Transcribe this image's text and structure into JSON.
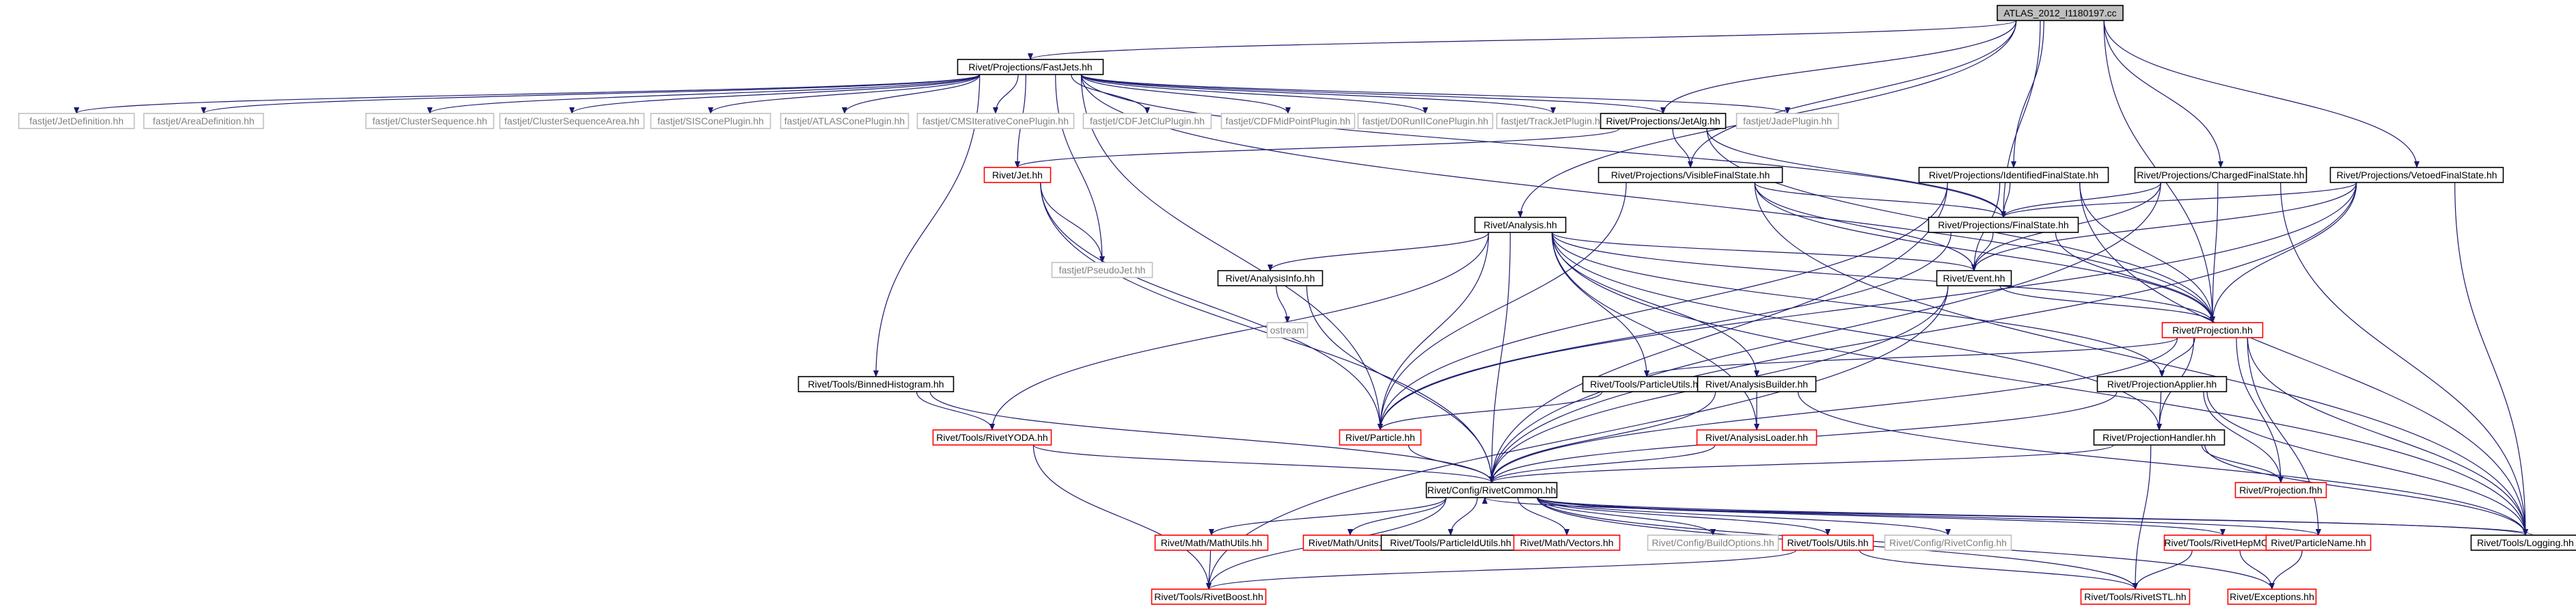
{
  "graph_title": "ATLAS_2012_I1180197.cc",
  "colors": {
    "edge": "#191970",
    "root_fill": "#bfbfbf",
    "root_border": "#000000",
    "documented_border": "#000000",
    "undocumented_border": "#ff0000",
    "external_border": "#bfbfbf",
    "external_text": "#808080",
    "text": "#000000"
  },
  "nodes": [
    {
      "id": "root",
      "label": "ATLAS_2012_I1180197.cc",
      "kind": "root"
    },
    {
      "id": "fastjets",
      "label": "Rivet/Projections/FastJets.hh",
      "kind": "documented"
    },
    {
      "id": "fj_jetdef",
      "label": "fastjet/JetDefinition.hh",
      "kind": "external"
    },
    {
      "id": "fj_areadef",
      "label": "fastjet/AreaDefinition.hh",
      "kind": "external"
    },
    {
      "id": "fj_cs",
      "label": "fastjet/ClusterSequence.hh",
      "kind": "external"
    },
    {
      "id": "fj_csa",
      "label": "fastjet/ClusterSequenceArea.hh",
      "kind": "external"
    },
    {
      "id": "fj_sis",
      "label": "fastjet/SISConePlugin.hh",
      "kind": "external"
    },
    {
      "id": "fj_atlas",
      "label": "fastjet/ATLASConePlugin.hh",
      "kind": "external"
    },
    {
      "id": "fj_cms",
      "label": "fastjet/CMSIterativeConePlugin.hh",
      "kind": "external"
    },
    {
      "id": "fj_cdfclu",
      "label": "fastjet/CDFJetCluPlugin.hh",
      "kind": "external"
    },
    {
      "id": "fj_cdfmid",
      "label": "fastjet/CDFMidPointPlugin.hh",
      "kind": "external"
    },
    {
      "id": "fj_d0",
      "label": "fastjet/D0RunIIConePlugin.hh",
      "kind": "external"
    },
    {
      "id": "fj_track",
      "label": "fastjet/TrackJetPlugin.hh",
      "kind": "external"
    },
    {
      "id": "jetalg",
      "label": "Rivet/Projections/JetAlg.hh",
      "kind": "documented"
    },
    {
      "id": "fj_jade",
      "label": "fastjet/JadePlugin.hh",
      "kind": "external"
    },
    {
      "id": "jet",
      "label": "Rivet/Jet.hh",
      "kind": "undocumented"
    },
    {
      "id": "fj_pseudo",
      "label": "fastjet/PseudoJet.hh",
      "kind": "external"
    },
    {
      "id": "visfs",
      "label": "Rivet/Projections/VisibleFinalState.hh",
      "kind": "documented"
    },
    {
      "id": "idfs",
      "label": "Rivet/Projections/IdentifiedFinalState.hh",
      "kind": "documented"
    },
    {
      "id": "chfs",
      "label": "Rivet/Projections/ChargedFinalState.hh",
      "kind": "documented"
    },
    {
      "id": "vetofs",
      "label": "Rivet/Projections/VetoedFinalState.hh",
      "kind": "documented"
    },
    {
      "id": "analysis",
      "label": "Rivet/Analysis.hh",
      "kind": "documented"
    },
    {
      "id": "finalstate",
      "label": "Rivet/Projections/FinalState.hh",
      "kind": "documented"
    },
    {
      "id": "analysisinfo",
      "label": "Rivet/AnalysisInfo.hh",
      "kind": "documented"
    },
    {
      "id": "event",
      "label": "Rivet/Event.hh",
      "kind": "documented"
    },
    {
      "id": "ostream",
      "label": "ostream",
      "kind": "external"
    },
    {
      "id": "projection",
      "label": "Rivet/Projection.hh",
      "kind": "undocumented"
    },
    {
      "id": "binnedhisto",
      "label": "Rivet/Tools/BinnedHistogram.hh",
      "kind": "documented"
    },
    {
      "id": "particleutils",
      "label": "Rivet/Tools/ParticleUtils.hh",
      "kind": "documented"
    },
    {
      "id": "analysisbuilder",
      "label": "Rivet/AnalysisBuilder.hh",
      "kind": "documented"
    },
    {
      "id": "projapplier",
      "label": "Rivet/ProjectionApplier.hh",
      "kind": "documented"
    },
    {
      "id": "rivetyoda",
      "label": "Rivet/Tools/RivetYODA.hh",
      "kind": "undocumented"
    },
    {
      "id": "particle",
      "label": "Rivet/Particle.hh",
      "kind": "undocumented"
    },
    {
      "id": "analysisloader",
      "label": "Rivet/AnalysisLoader.hh",
      "kind": "undocumented"
    },
    {
      "id": "projhandler",
      "label": "Rivet/ProjectionHandler.hh",
      "kind": "documented"
    },
    {
      "id": "projfhh",
      "label": "Rivet/Projection.fhh",
      "kind": "undocumented"
    },
    {
      "id": "rivetcommon",
      "label": "Rivet/Config/RivetCommon.hh",
      "kind": "documented"
    },
    {
      "id": "logging",
      "label": "Rivet/Tools/Logging.hh",
      "kind": "documented"
    },
    {
      "id": "mathutils",
      "label": "Rivet/Math/MathUtils.hh",
      "kind": "undocumented"
    },
    {
      "id": "mathunits",
      "label": "Rivet/Math/Units.hh",
      "kind": "undocumented"
    },
    {
      "id": "particleidutils",
      "label": "Rivet/Tools/ParticleIdUtils.hh",
      "kind": "documented"
    },
    {
      "id": "mathvectors",
      "label": "Rivet/Math/Vectors.hh",
      "kind": "undocumented"
    },
    {
      "id": "buildoptions",
      "label": "Rivet/Config/BuildOptions.hh",
      "kind": "external"
    },
    {
      "id": "toolsutils",
      "label": "Rivet/Tools/Utils.hh",
      "kind": "undocumented"
    },
    {
      "id": "rivetconfig",
      "label": "Rivet/Config/RivetConfig.hh",
      "kind": "external"
    },
    {
      "id": "rivethepmc",
      "label": "Rivet/Tools/RivetHepMC.hh",
      "kind": "undocumented"
    },
    {
      "id": "particlename",
      "label": "Rivet/ParticleName.hh",
      "kind": "undocumented"
    },
    {
      "id": "rivetboost",
      "label": "Rivet/Tools/RivetBoost.hh",
      "kind": "undocumented"
    },
    {
      "id": "rivetstl",
      "label": "Rivet/Tools/RivetSTL.hh",
      "kind": "undocumented"
    },
    {
      "id": "exceptions",
      "label": "Rivet/Exceptions.hh",
      "kind": "undocumented"
    }
  ],
  "edges": [
    [
      "root",
      "fastjets"
    ],
    [
      "root",
      "jetalg"
    ],
    [
      "root",
      "visfs"
    ],
    [
      "root",
      "idfs"
    ],
    [
      "root",
      "chfs"
    ],
    [
      "root",
      "vetofs"
    ],
    [
      "root",
      "analysis"
    ],
    [
      "root",
      "finalstate"
    ],
    [
      "root",
      "projection"
    ],
    [
      "fastjets",
      "fj_jetdef"
    ],
    [
      "fastjets",
      "fj_areadef"
    ],
    [
      "fastjets",
      "fj_cs"
    ],
    [
      "fastjets",
      "fj_csa"
    ],
    [
      "fastjets",
      "fj_sis"
    ],
    [
      "fastjets",
      "fj_atlas"
    ],
    [
      "fastjets",
      "fj_cms"
    ],
    [
      "fastjets",
      "fj_cdfclu"
    ],
    [
      "fastjets",
      "fj_cdfmid"
    ],
    [
      "fastjets",
      "fj_d0"
    ],
    [
      "fastjets",
      "fj_track"
    ],
    [
      "fastjets",
      "jetalg"
    ],
    [
      "fastjets",
      "fj_jade"
    ],
    [
      "fastjets",
      "jet"
    ],
    [
      "fastjets",
      "fj_pseudo"
    ],
    [
      "fastjets",
      "particle"
    ],
    [
      "fastjets",
      "finalstate"
    ],
    [
      "fastjets",
      "projection"
    ],
    [
      "fastjets",
      "binnedhisto"
    ],
    [
      "jetalg",
      "jet"
    ],
    [
      "jetalg",
      "visfs"
    ],
    [
      "jetalg",
      "finalstate"
    ],
    [
      "jetalg",
      "projection"
    ],
    [
      "jet",
      "fj_pseudo"
    ],
    [
      "jet",
      "particle"
    ],
    [
      "jet",
      "rivetcommon"
    ],
    [
      "visfs",
      "finalstate"
    ],
    [
      "visfs",
      "particle"
    ],
    [
      "visfs",
      "event"
    ],
    [
      "visfs",
      "projection"
    ],
    [
      "visfs",
      "logging"
    ],
    [
      "idfs",
      "finalstate"
    ],
    [
      "idfs",
      "particle"
    ],
    [
      "idfs",
      "event"
    ],
    [
      "idfs",
      "projection"
    ],
    [
      "idfs",
      "logging"
    ],
    [
      "idfs",
      "rivetcommon"
    ],
    [
      "chfs",
      "finalstate"
    ],
    [
      "chfs",
      "event"
    ],
    [
      "chfs",
      "projection"
    ],
    [
      "chfs",
      "logging"
    ],
    [
      "chfs",
      "rivetcommon"
    ],
    [
      "vetofs",
      "finalstate"
    ],
    [
      "vetofs",
      "event"
    ],
    [
      "vetofs",
      "projection"
    ],
    [
      "vetofs",
      "logging"
    ],
    [
      "vetofs",
      "rivetcommon"
    ],
    [
      "vetofs",
      "particle"
    ],
    [
      "analysis",
      "analysisinfo"
    ],
    [
      "analysis",
      "event"
    ],
    [
      "analysis",
      "projection"
    ],
    [
      "analysis",
      "particleutils"
    ],
    [
      "analysis",
      "analysisbuilder"
    ],
    [
      "analysis",
      "analysisloader"
    ],
    [
      "analysis",
      "projapplier"
    ],
    [
      "analysis",
      "projhandler"
    ],
    [
      "analysis",
      "rivetyoda"
    ],
    [
      "analysis",
      "rivetcommon"
    ],
    [
      "analysis",
      "logging"
    ],
    [
      "analysis",
      "particle"
    ],
    [
      "finalstate",
      "event"
    ],
    [
      "finalstate",
      "projection"
    ],
    [
      "finalstate",
      "particle"
    ],
    [
      "analysisinfo",
      "ostream"
    ],
    [
      "analysisinfo",
      "rivetcommon"
    ],
    [
      "event",
      "projection"
    ],
    [
      "event",
      "rivetcommon"
    ],
    [
      "event",
      "rivetboost"
    ],
    [
      "projection",
      "particleutils"
    ],
    [
      "projection",
      "projapplier"
    ],
    [
      "projection",
      "projhandler"
    ],
    [
      "projection",
      "projfhh"
    ],
    [
      "projection",
      "logging"
    ],
    [
      "projection",
      "rivetcommon"
    ],
    [
      "projection",
      "particlename"
    ],
    [
      "binnedhisto",
      "rivetyoda"
    ],
    [
      "binnedhisto",
      "rivetcommon"
    ],
    [
      "particleutils",
      "particle"
    ],
    [
      "analysisbuilder",
      "analysisloader"
    ],
    [
      "analysisbuilder",
      "rivetcommon"
    ],
    [
      "analysisbuilder",
      "logging"
    ],
    [
      "projapplier",
      "projhandler"
    ],
    [
      "projapplier",
      "rivetcommon"
    ],
    [
      "projapplier",
      "logging"
    ],
    [
      "projapplier",
      "projfhh"
    ],
    [
      "rivetyoda",
      "rivetcommon"
    ],
    [
      "rivetyoda",
      "rivetboost"
    ],
    [
      "particle",
      "rivetcommon"
    ],
    [
      "analysisloader",
      "rivetcommon"
    ],
    [
      "projhandler",
      "rivetcommon"
    ],
    [
      "projhandler",
      "logging"
    ],
    [
      "projhandler",
      "projfhh"
    ],
    [
      "projhandler",
      "rivetstl"
    ],
    [
      "rivetcommon",
      "mathutils"
    ],
    [
      "rivetcommon",
      "mathunits"
    ],
    [
      "rivetcommon",
      "particleidutils"
    ],
    [
      "rivetcommon",
      "mathvectors"
    ],
    [
      "rivetcommon",
      "buildoptions"
    ],
    [
      "rivetcommon",
      "toolsutils"
    ],
    [
      "rivetcommon",
      "rivetconfig"
    ],
    [
      "rivetcommon",
      "rivethepmc"
    ],
    [
      "rivetcommon",
      "particlename"
    ],
    [
      "rivetcommon",
      "logging"
    ],
    [
      "rivetcommon",
      "rivetboost"
    ],
    [
      "rivetcommon",
      "rivetstl"
    ],
    [
      "rivetcommon",
      "exceptions"
    ],
    [
      "logging",
      "rivetcommon"
    ],
    [
      "mathutils",
      "rivetboost"
    ],
    [
      "toolsutils",
      "rivetboost"
    ],
    [
      "toolsutils",
      "rivetstl"
    ],
    [
      "rivethepmc",
      "rivetstl"
    ],
    [
      "rivethepmc",
      "exceptions"
    ],
    [
      "particlename",
      "exceptions"
    ]
  ]
}
